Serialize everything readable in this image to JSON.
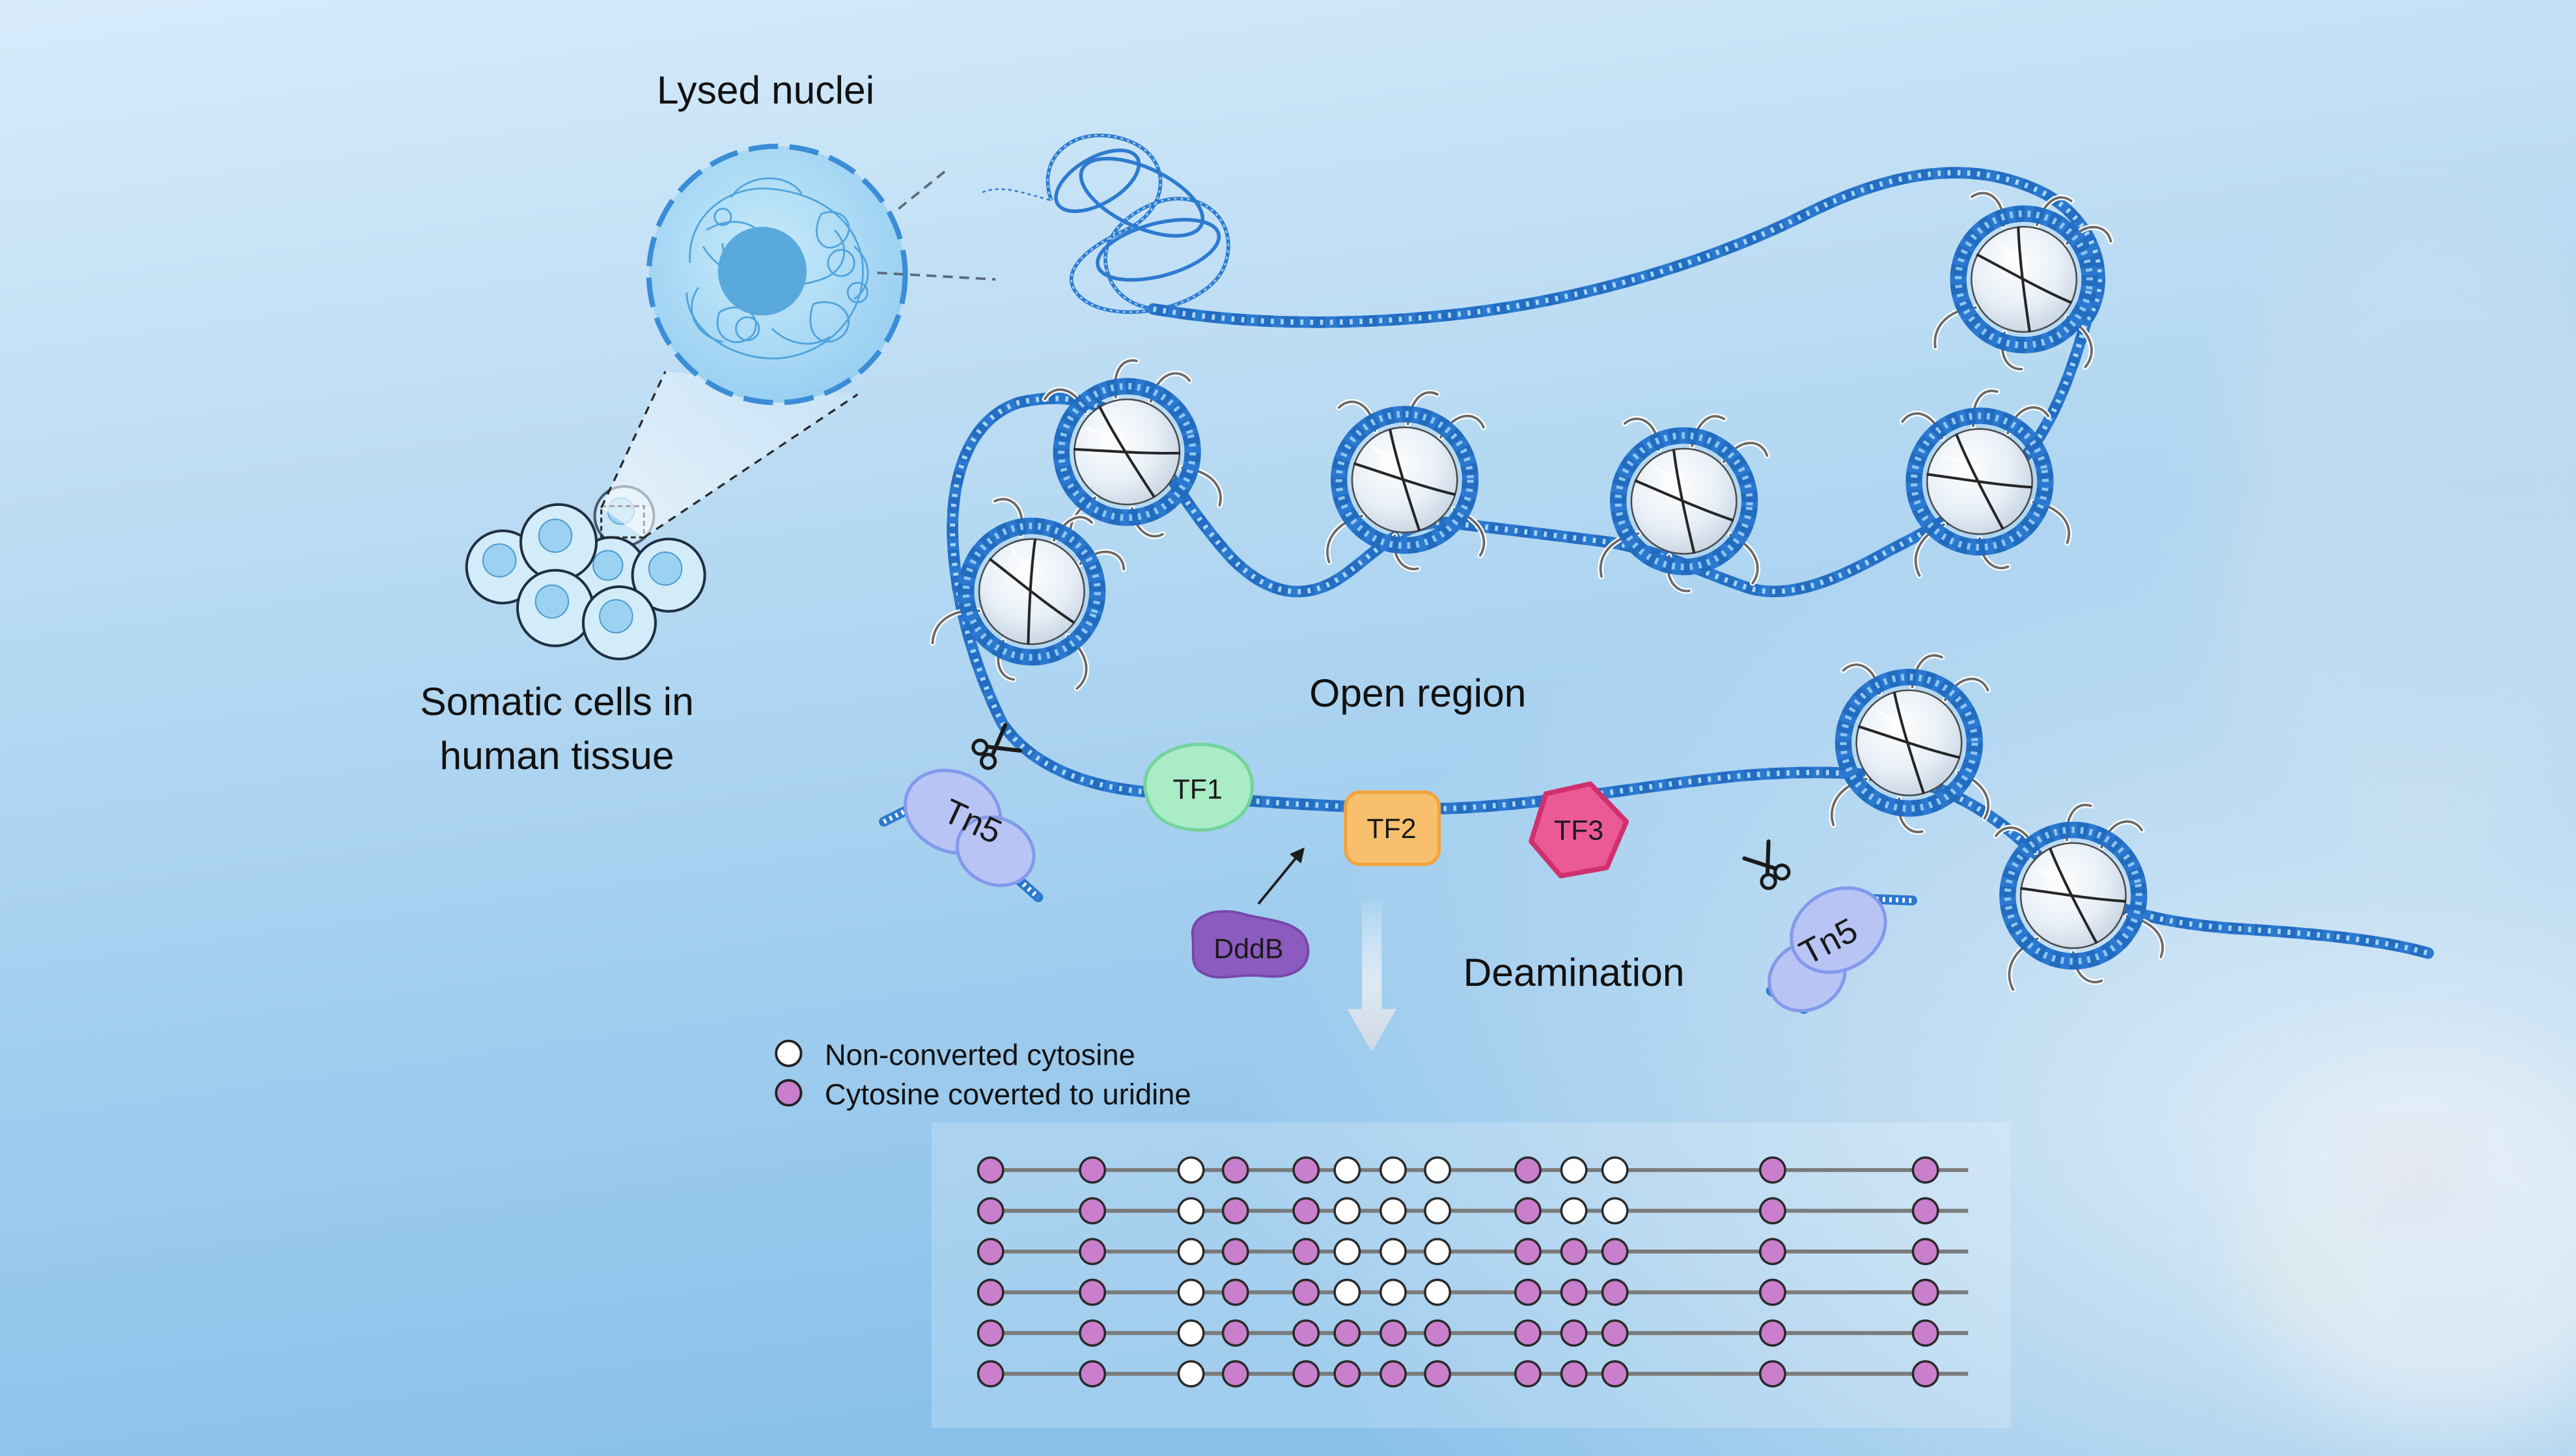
{
  "labels": {
    "lysed_nuclei": "Lysed nuclei",
    "somatic_line1": "Somatic cells in",
    "somatic_line2": "human tissue",
    "open_region": "Open region",
    "deamination": "Deamination"
  },
  "proteins": {
    "tf1": "TF1",
    "tf2": "TF2",
    "tf3": "TF3",
    "tn5_left": "Tn5",
    "tn5_right": "Tn5",
    "dddb": "DddB"
  },
  "legend": {
    "non_converted": "Non-converted cytosine",
    "converted": "Cytosine coverted to uridine"
  },
  "reads": [
    [
      1,
      1,
      0,
      1,
      1,
      0,
      0,
      0,
      1,
      0,
      0,
      1,
      1
    ],
    [
      1,
      1,
      0,
      1,
      1,
      0,
      0,
      0,
      1,
      0,
      0,
      1,
      1
    ],
    [
      1,
      1,
      0,
      1,
      1,
      0,
      0,
      0,
      1,
      1,
      1,
      1,
      1
    ],
    [
      1,
      1,
      0,
      1,
      1,
      0,
      0,
      0,
      1,
      1,
      1,
      1,
      1
    ],
    [
      1,
      1,
      0,
      1,
      1,
      1,
      1,
      1,
      1,
      1,
      1,
      1,
      1
    ],
    [
      1,
      1,
      0,
      1,
      1,
      1,
      1,
      1,
      1,
      1,
      1,
      1,
      1
    ]
  ],
  "colors": {
    "converted": "#c97fcb",
    "non_converted": "#ffffff",
    "dna": "#2b79cf",
    "tf1": "#a9ecc6",
    "tf2": "#f8bf6c",
    "tf3": "#ec5a96",
    "dddb": "#8c5bbf",
    "tn5": "#b8c5f4"
  }
}
